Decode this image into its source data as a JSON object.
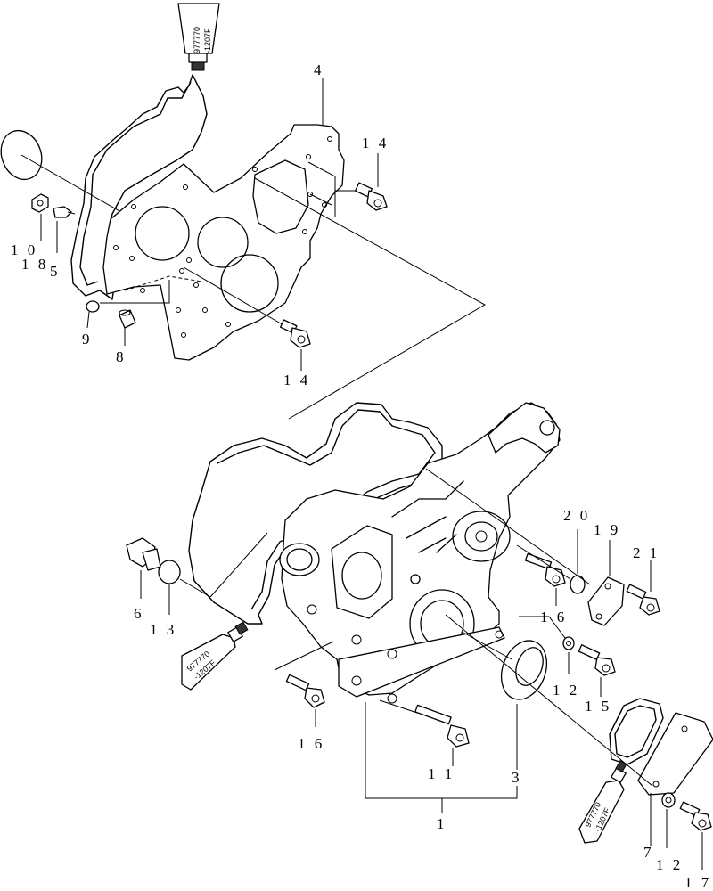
{
  "callouts": {
    "c1": "1",
    "c2": "1 2",
    "c2b": "1 2",
    "c3": "3",
    "c4": "4",
    "c5": "5",
    "c6": "6",
    "c7": "7",
    "c8": "8",
    "c9": "9",
    "c10": "1 0",
    "c11": "1 1",
    "c13": "1 3",
    "c14a": "1 4",
    "c14b": "1 4",
    "c15": "1 5",
    "c16a": "1 6",
    "c16b": "1 6",
    "c17": "1 7",
    "c18": "1 8",
    "c19": "1 9",
    "c20": "2 0",
    "c21": "2 1"
  },
  "sealant": {
    "code": "977770",
    "grade": "-1207F"
  }
}
